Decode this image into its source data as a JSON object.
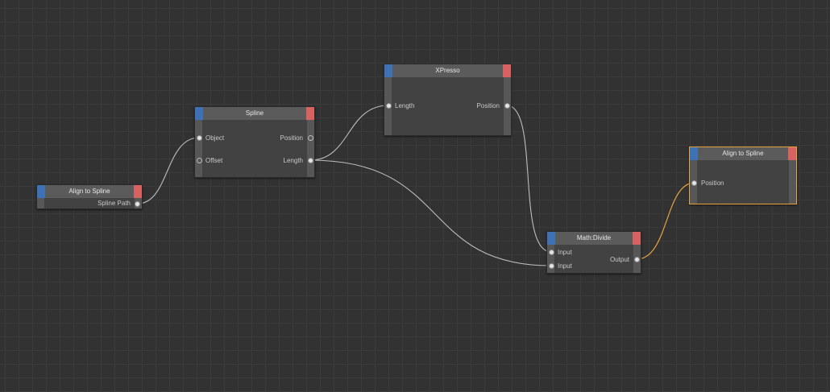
{
  "colors": {
    "background": "#323232",
    "grid": "#3b3b3b",
    "node_body": "#424242",
    "node_header": "#5b5b5b",
    "input_corner": "#3f72b5",
    "output_corner": "#d66262",
    "wire": "#bdbdbd",
    "active_wire": "#e7a33e",
    "selection": "#e7a33e"
  },
  "nodes": {
    "align_to_spline_source": {
      "title": "Align to Spline",
      "ports": {
        "spline_path": "Spline Path"
      }
    },
    "spline": {
      "title": "Spline",
      "ports": {
        "object": "Object",
        "offset": "Offset",
        "position": "Position",
        "length": "Length"
      }
    },
    "xpresso": {
      "title": "XPresso",
      "ports": {
        "length": "Length",
        "position": "Position"
      }
    },
    "math_divide": {
      "title": "Math:Divide",
      "ports": {
        "input_1": "Input",
        "input_2": "Input",
        "output": "Output"
      }
    },
    "align_to_spline_target": {
      "title": "Align to Spline",
      "ports": {
        "position": "Position"
      }
    }
  }
}
